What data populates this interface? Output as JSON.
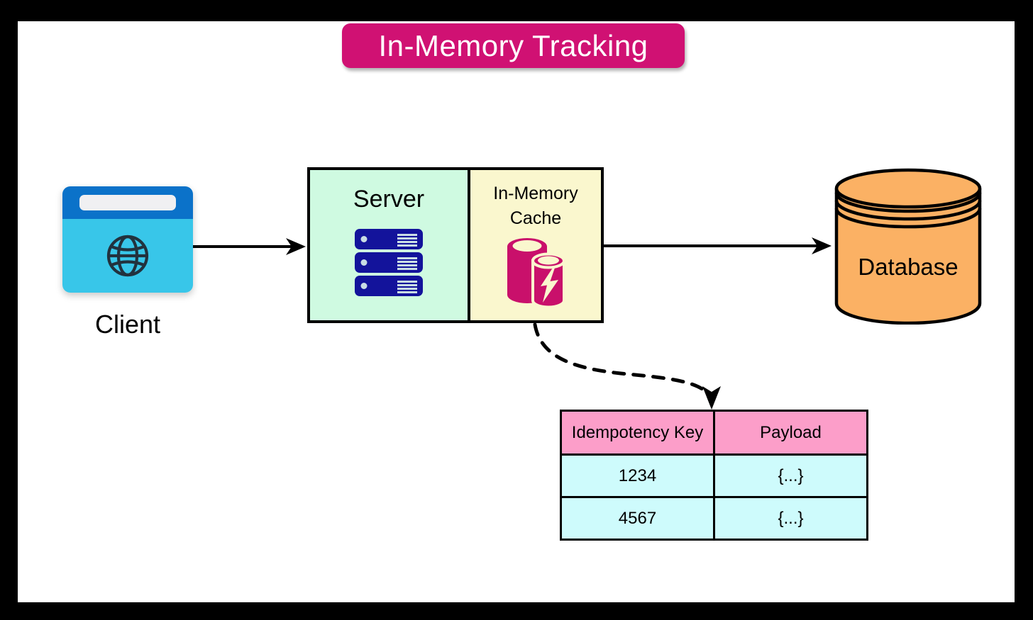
{
  "title": {
    "label": "In-Memory Tracking"
  },
  "nodes": {
    "client": {
      "label": "Client",
      "icon": "browser-globe-icon"
    },
    "server": {
      "label": "Server",
      "icon": "server-rack-icon"
    },
    "cache": {
      "label": "In-Memory Cache",
      "icon": "cache-cylinders-bolt-icon"
    },
    "database": {
      "label": "Database",
      "icon": "database-cylinder-icon"
    }
  },
  "edges": [
    {
      "from": "client",
      "to": "server",
      "style": "solid-arrow"
    },
    {
      "from": "cache",
      "to": "database",
      "style": "solid-arrow"
    },
    {
      "from": "cache",
      "to": "cache-table",
      "style": "dashed-curved-arrow"
    }
  ],
  "table": {
    "headers": [
      "Idempotency Key",
      "Payload"
    ],
    "rows": [
      [
        "1234",
        "{...}"
      ],
      [
        "4567",
        "{...}"
      ]
    ]
  },
  "colors": {
    "banner_bg": "#D01173",
    "banner_text": "#FFFFFF",
    "server_bg": "#CFFAE1",
    "cache_bg": "#FAF7CE",
    "database_fill": "#FBB164",
    "table_header_bg": "#FC9EC9",
    "table_row_bg": "#CEFBFC",
    "browser_top": "#0B72C9",
    "browser_body": "#38C6E9",
    "server_rack": "#13139B",
    "cache_icon": "#C9106B",
    "outline": "#000000"
  }
}
